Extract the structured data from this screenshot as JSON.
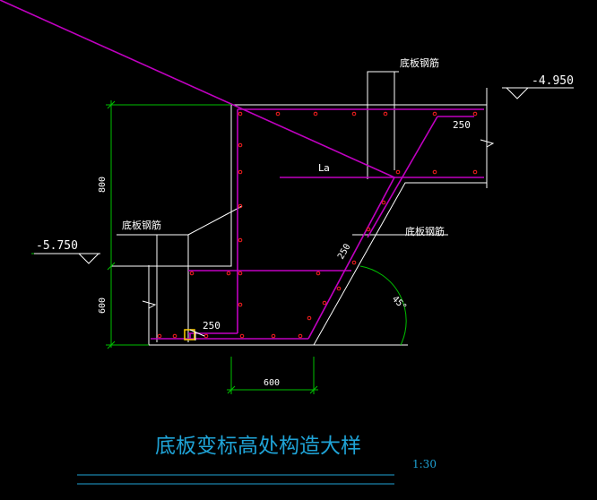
{
  "annotations": {
    "rebar_label_top": "底板钢筋",
    "rebar_label_left": "底板钢筋",
    "rebar_label_right": "底板钢筋",
    "elev_top": "-4.950",
    "elev_left": "-5.750",
    "dim_800": "800",
    "dim_600_vert": "600",
    "dim_600_horiz": "600",
    "dim_250_top": "250",
    "dim_250_bottom": "250",
    "dim_250_slope": "250",
    "la": "La",
    "angle": "45°"
  },
  "title": {
    "text": "底板变标高处构造大样",
    "scale": "1:30"
  },
  "colors": {
    "background": "#000000",
    "concrete_line": "#ffffff",
    "rebar": "#c000c0",
    "dimension": "#00c000",
    "rebar_dot": "#ff2020",
    "title": "#1fa3d6",
    "underline": "#1fa3d6",
    "cursor": "#ffd000"
  }
}
